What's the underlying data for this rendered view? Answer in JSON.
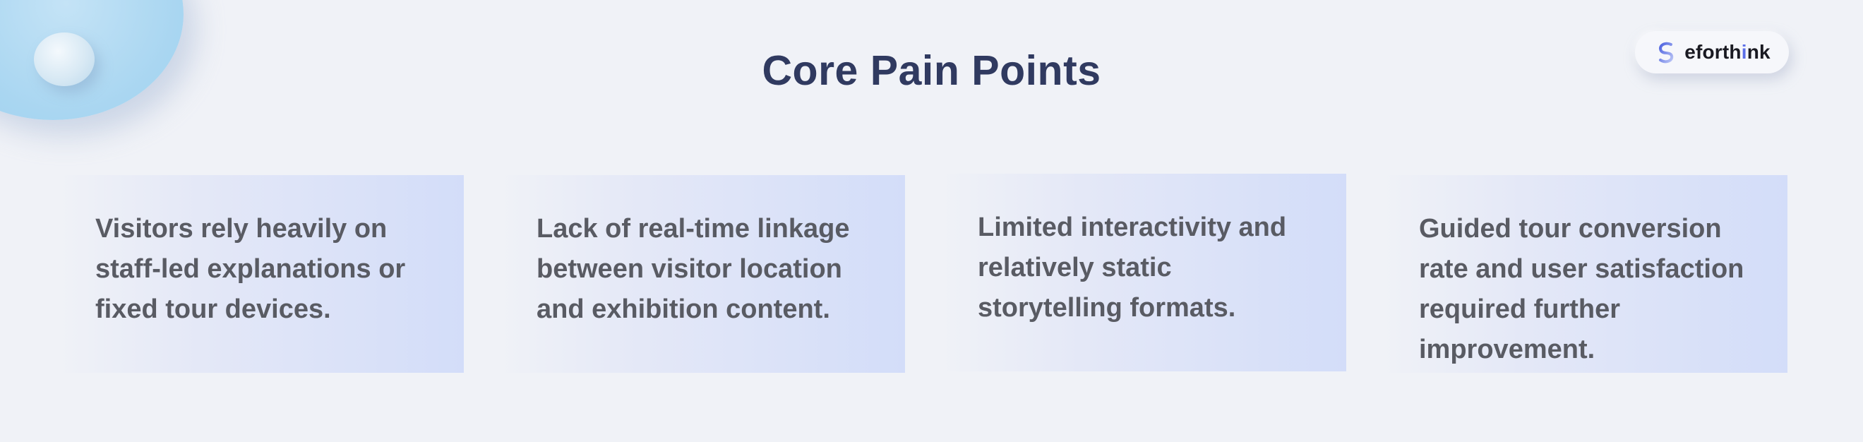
{
  "header": {
    "title": "Core Pain Points"
  },
  "logo": {
    "text_prefix": "eforth",
    "text_accent": "i",
    "text_suffix": "nk",
    "icon": "swirl-logo-icon",
    "accent_color": "#5b6ee8"
  },
  "cards": [
    {
      "text": "Visitors rely heavily on staff-led explanations or fixed tour devices."
    },
    {
      "text": "Lack of real-time linkage between visitor location and exhibition content."
    },
    {
      "text": "Limited interactivity and relatively static storytelling formats."
    },
    {
      "text": "Guided tour conversion rate and user satisfaction required further improvement."
    }
  ],
  "colors": {
    "background": "#f0f2f7",
    "title": "#303a60",
    "card_text": "#595b63",
    "card_gradient_end": "#d3ddf9",
    "bubble": "#a9d6f1"
  }
}
